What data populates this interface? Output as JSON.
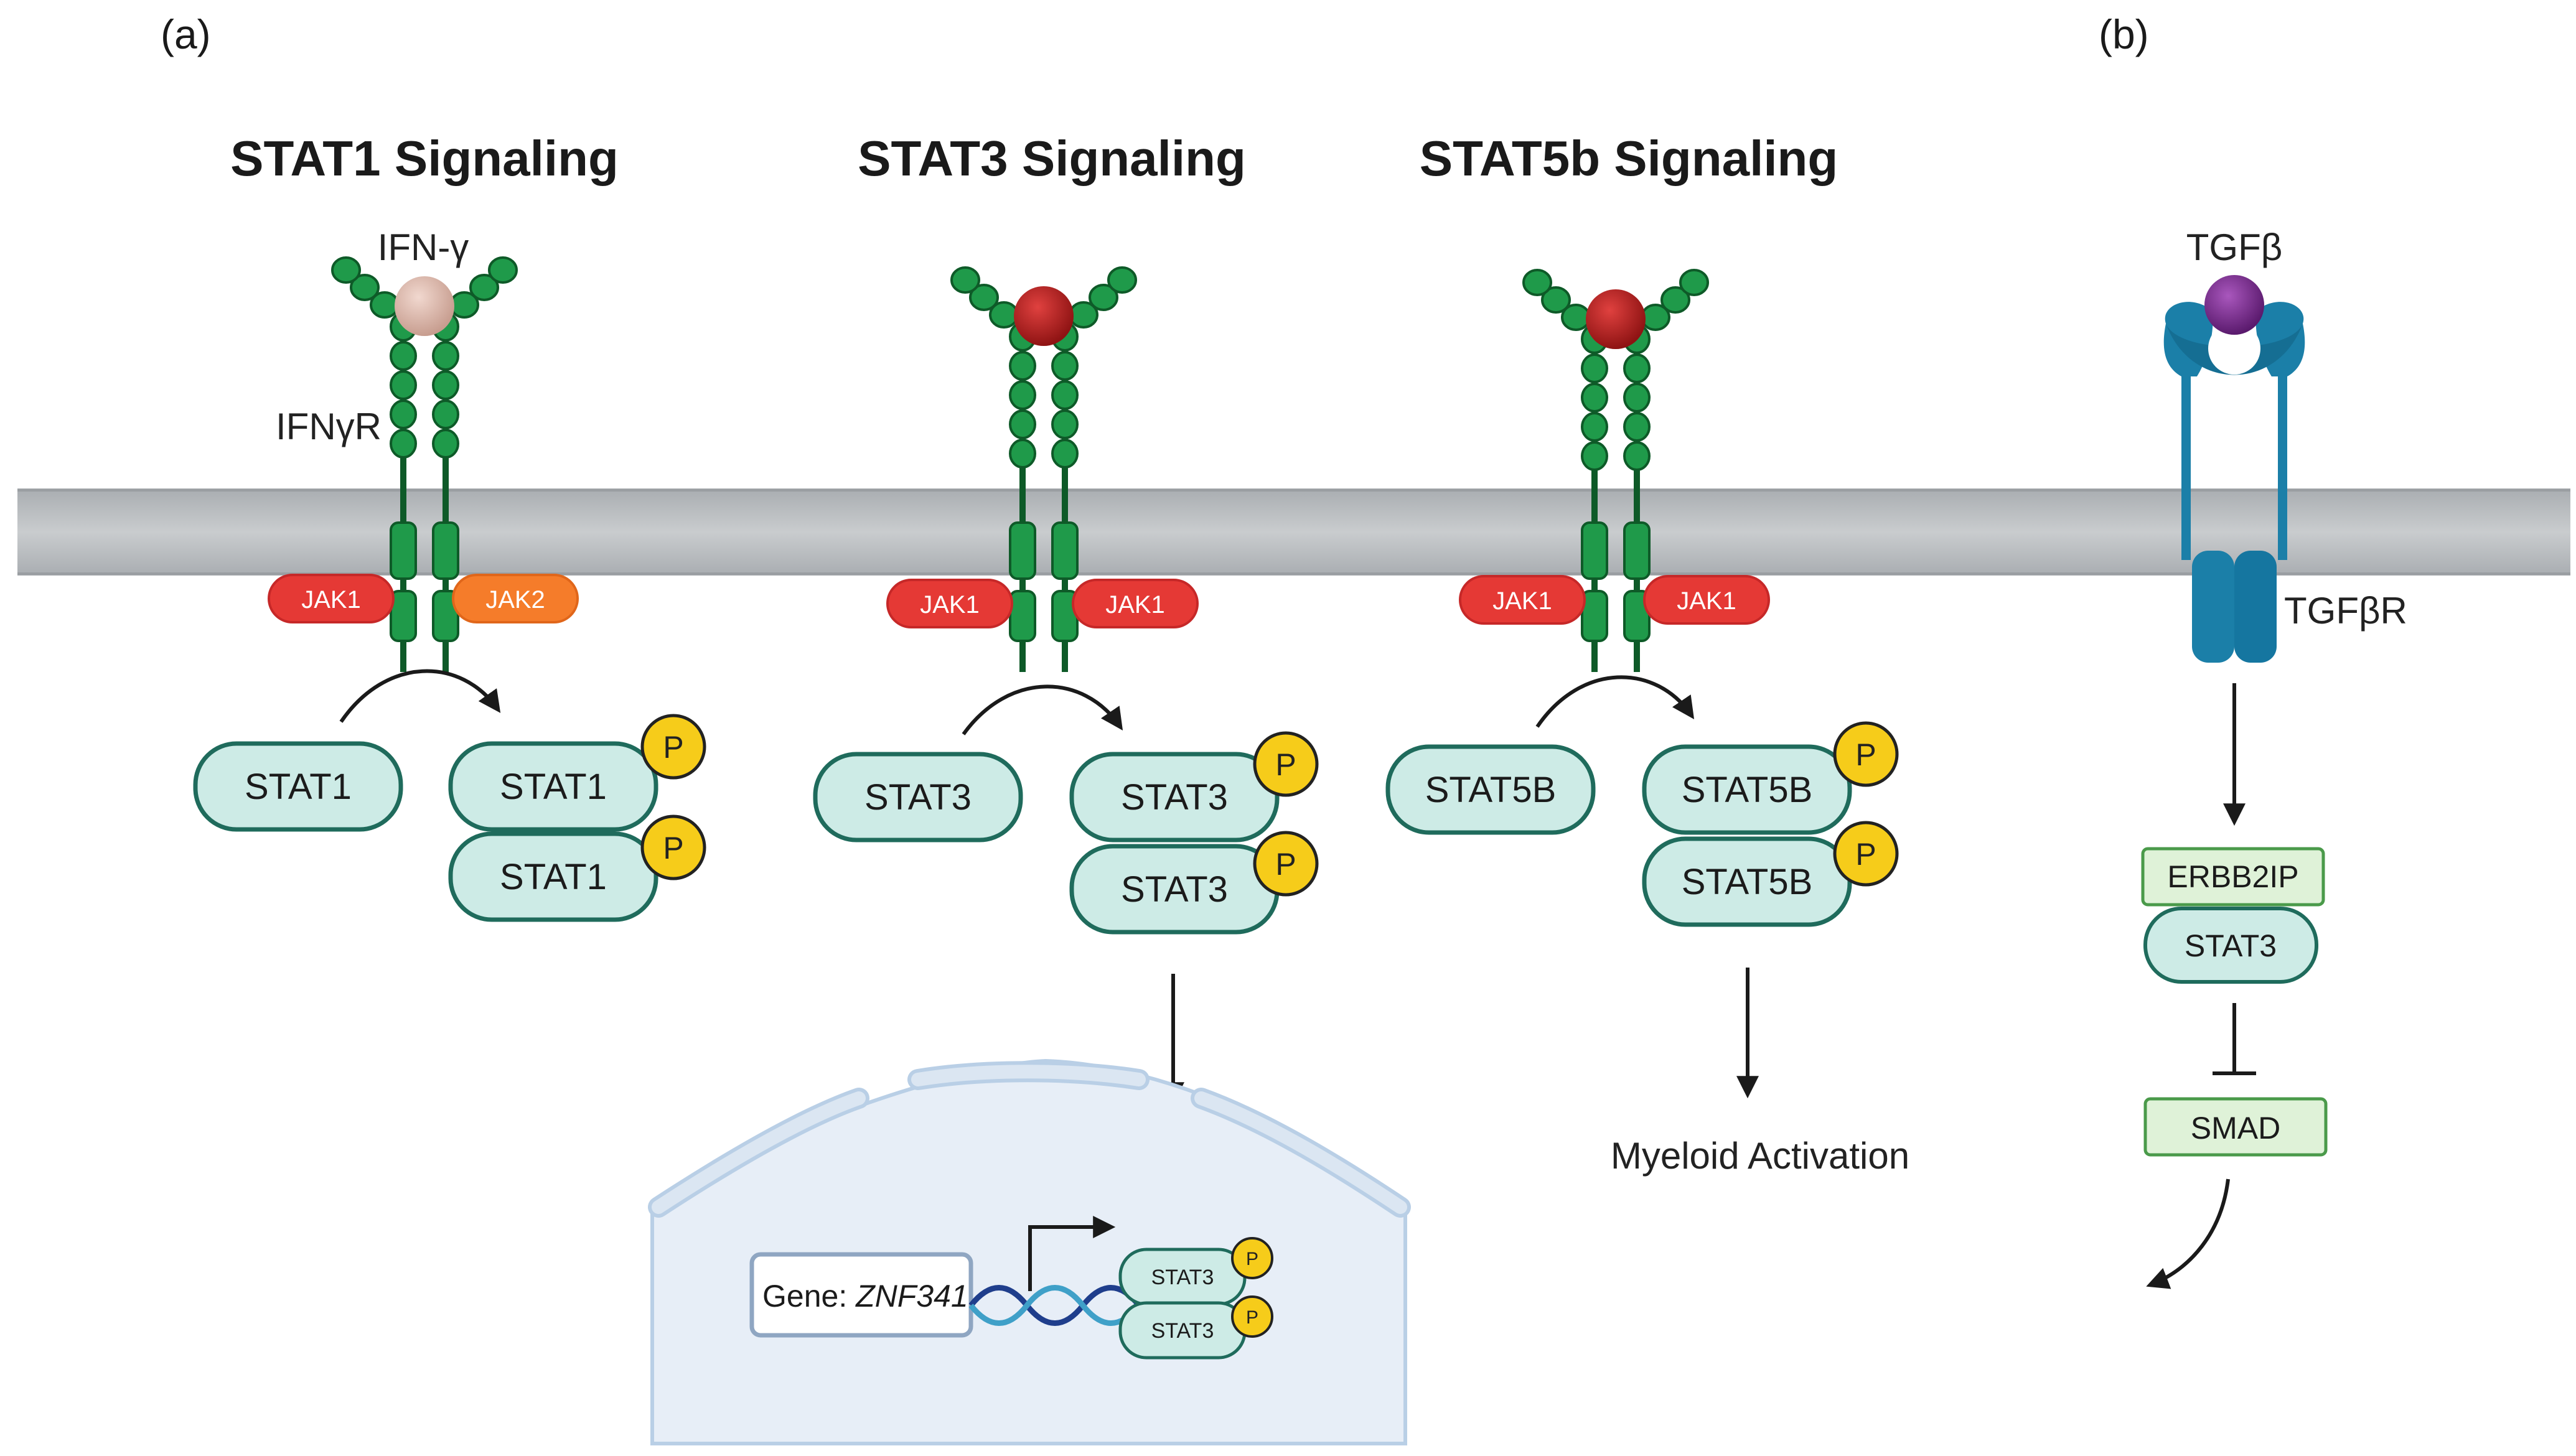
{
  "panel_labels": {
    "a": "(a)",
    "b": "(b)"
  },
  "titles": {
    "stat1": "STAT1 Signaling",
    "stat3": "STAT3 Signaling",
    "stat5b": "STAT5b Signaling"
  },
  "stat1": {
    "ligand": "IFN-γ",
    "receptor": "IFNγR",
    "jak_left": "JAK1",
    "jak_right": "JAK2",
    "monomer": "STAT1",
    "dimer_top": "STAT1",
    "dimer_bottom": "STAT1"
  },
  "stat3": {
    "jak_left": "JAK1",
    "jak_right": "JAK1",
    "monomer": "STAT3",
    "dimer_top": "STAT3",
    "dimer_bottom": "STAT3"
  },
  "stat5b": {
    "jak_left": "JAK1",
    "jak_right": "JAK1",
    "monomer": "STAT5B",
    "dimer_top": "STAT5B",
    "dimer_bottom": "STAT5B",
    "outcome": "Myeloid Activation"
  },
  "nucleus": {
    "gene_prefix": "Gene: ",
    "gene_name": "ZNF341",
    "dimer_top": "STAT3",
    "dimer_bottom": "STAT3"
  },
  "phospho": "P",
  "tgfb": {
    "ligand": "TGFβ",
    "receptor": "TGFβR",
    "erbb2ip": "ERBB2IP",
    "stat3": "STAT3",
    "smad": "SMAD"
  },
  "colors": {
    "membrane": "#b9bcbf",
    "receptor_green": "#1f9a4a",
    "receptor_dark": "#0e5a28",
    "jak_red": "#e53935",
    "jak_orange": "#f57c2a",
    "stat_fill": "#cdebe6",
    "stat_stroke": "#1f6b5c",
    "phospho_yellow": "#f6cc1a",
    "ifng_pink": "#d9b3a6",
    "ligand_red": "#c0201f",
    "tgfb_purple": "#7b2d8e",
    "tgfbr_blue": "#1b7fa8",
    "nucleus_fill": "#e7eef7",
    "nucleus_border": "#b9cfe6",
    "box_green_fill": "#dff2d8",
    "box_green_stroke": "#4a9a4a"
  }
}
